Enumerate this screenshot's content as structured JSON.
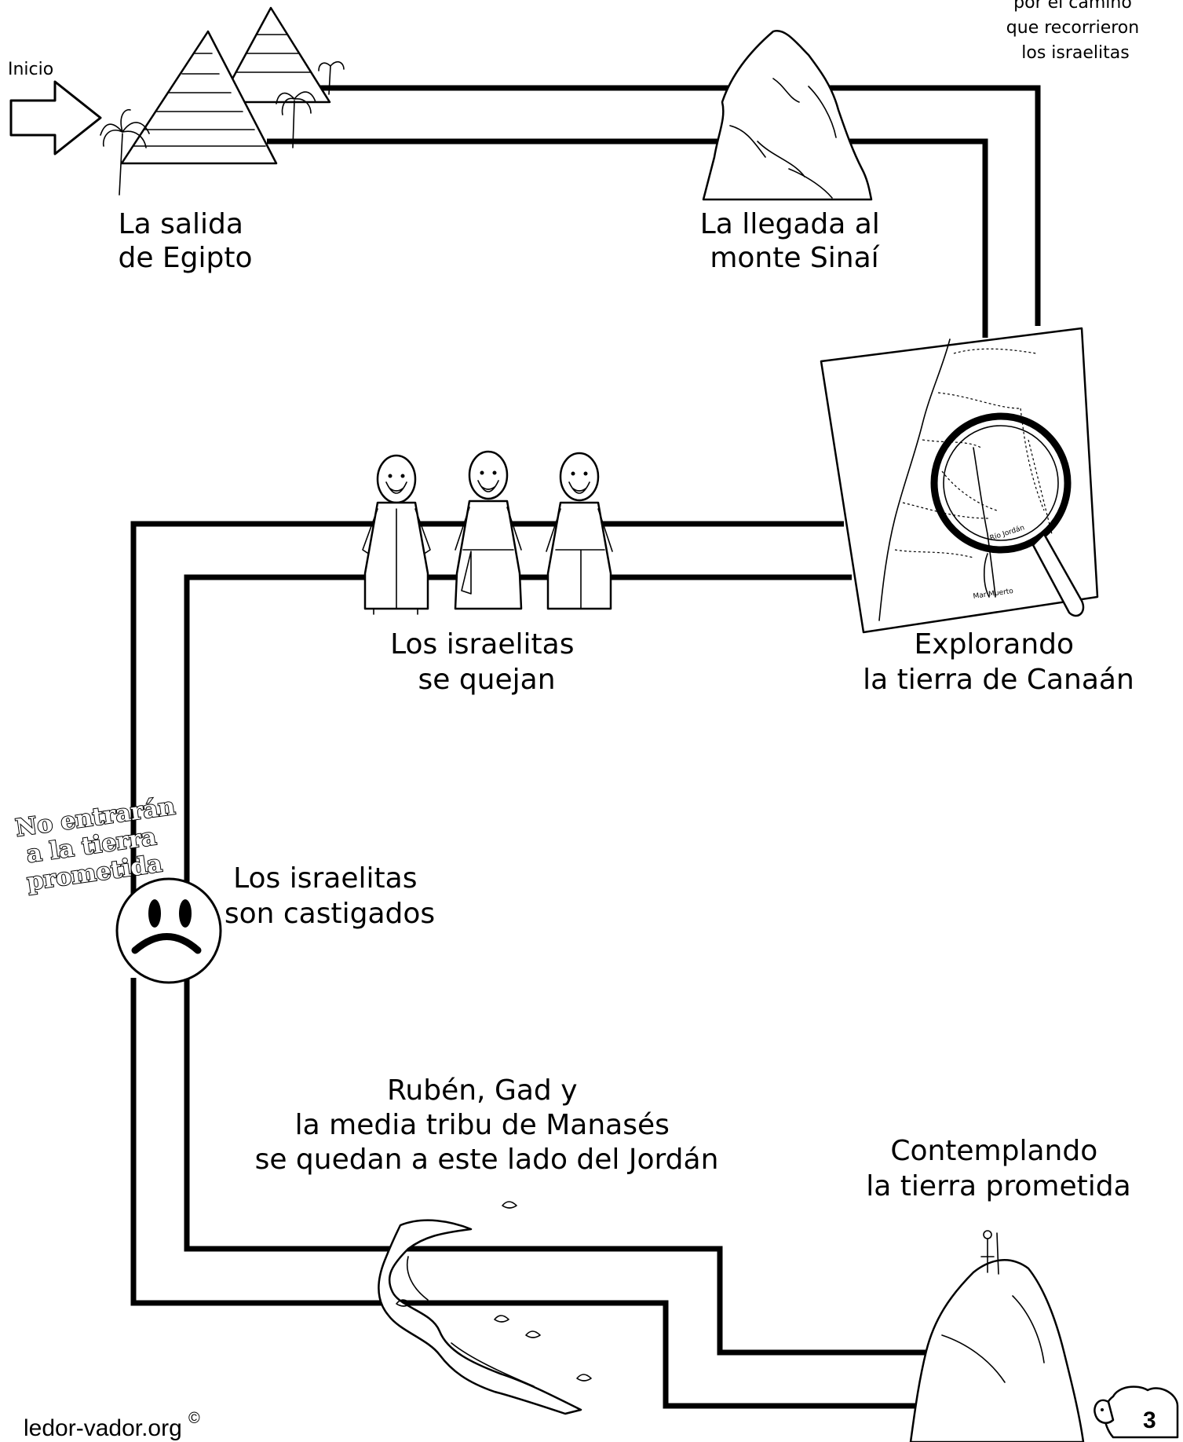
{
  "corner_note": [
    "por el camino",
    "que recorrieron",
    "los israelitas"
  ],
  "start_label": "Inicio",
  "stations": {
    "egypt": [
      "La salida",
      "de Egipto"
    ],
    "sinai": [
      "La llegada al",
      "monte Sinaí"
    ],
    "canaan": [
      "Explorando",
      "la tierra de Canaán"
    ],
    "complain": [
      "Los israelitas",
      "se quejan"
    ],
    "punished": [
      "Los israelitas",
      "son castigados"
    ],
    "reuben": [
      "Rubén, Gad y",
      "la media tribu de Manasés",
      "se quedan a este lado del Jordán"
    ],
    "contemplate": [
      "Contemplando",
      "la tierra prometida"
    ]
  },
  "stamp": [
    "No entrarán",
    "a la tierra",
    "prometida"
  ],
  "map_labels": {
    "river": "Río Jordán",
    "sea": "Mar Muerto"
  },
  "footer": {
    "site": "ledor-vador.org",
    "copyright": "©",
    "page_number": "3"
  }
}
